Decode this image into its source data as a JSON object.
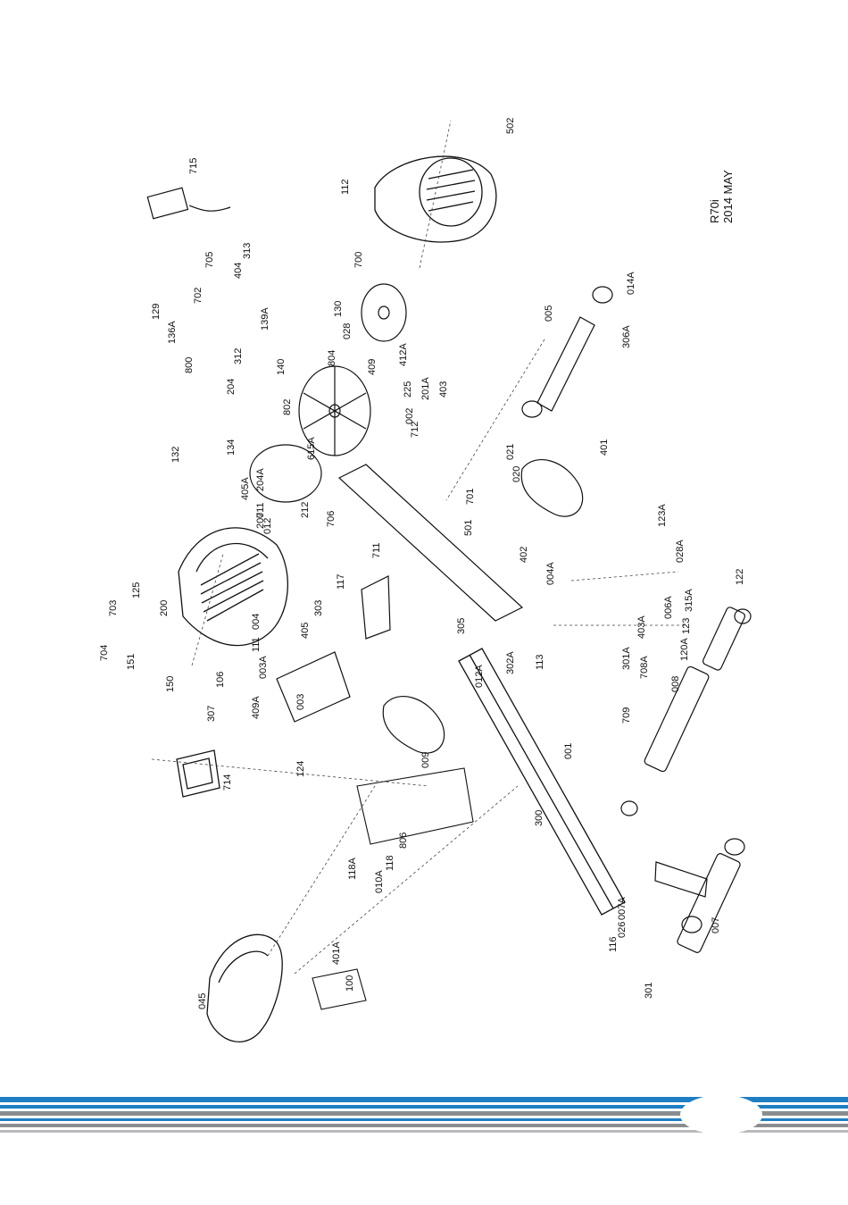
{
  "model": {
    "name": "R70i",
    "date": "2014 MAY"
  },
  "part_labels": [
    "001",
    "002",
    "003",
    "003A",
    "004",
    "004A",
    "005",
    "006A",
    "007",
    "007A",
    "008",
    "009",
    "010A",
    "011",
    "012",
    "012A",
    "014A",
    "020",
    "021",
    "026",
    "028",
    "028A",
    "045",
    "100",
    "106",
    "111",
    "112",
    "113",
    "116",
    "117",
    "118",
    "118A",
    "120A",
    "122",
    "123",
    "123A",
    "124",
    "125",
    "129",
    "130",
    "132",
    "134",
    "136A",
    "139A",
    "140",
    "150",
    "151",
    "200",
    "201A",
    "204",
    "204A",
    "207",
    "212",
    "225",
    "300",
    "301",
    "301A",
    "302A",
    "303",
    "305",
    "306A",
    "307",
    "312",
    "313",
    "315A",
    "401",
    "401A",
    "402",
    "403",
    "403A",
    "404",
    "405",
    "405A",
    "409",
    "409A",
    "412A",
    "501",
    "502",
    "615A",
    "700",
    "701",
    "702",
    "703",
    "704",
    "705",
    "706",
    "708A",
    "709",
    "711",
    "712",
    "714",
    "715",
    "800",
    "802",
    "804",
    "806"
  ],
  "colors": {
    "stripe_blue": "#1f7ec3",
    "stripe_gray": "#8a8c8f",
    "line": "#111111"
  }
}
